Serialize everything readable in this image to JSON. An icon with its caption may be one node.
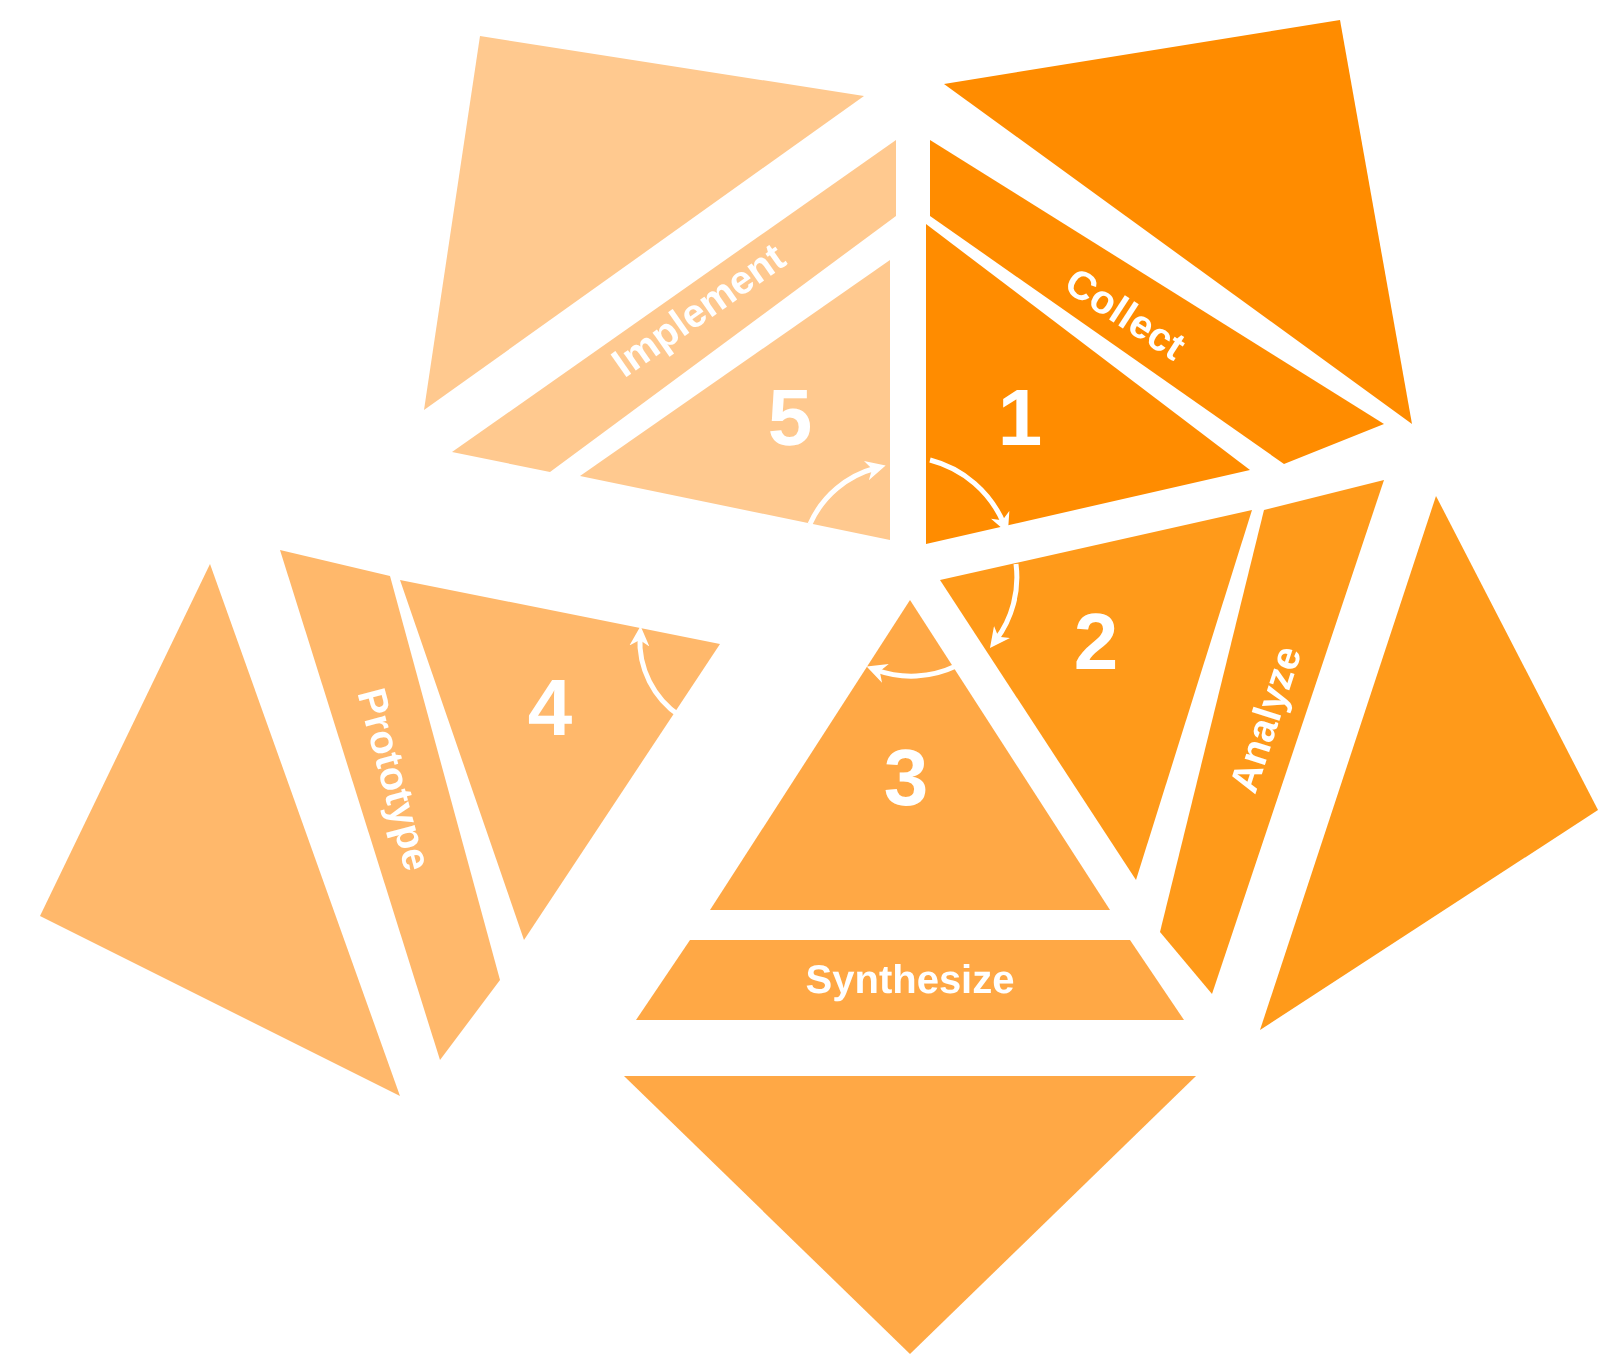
{
  "diagram": {
    "nodes": [
      {
        "text": [
          "1"
        ]
      },
      {
        "text": [
          "Collect"
        ]
      },
      {
        "text": [],
        "shape": "triangle"
      },
      {
        "text": [
          "2"
        ]
      },
      {
        "text": [
          "Analyze"
        ]
      },
      {
        "text": [],
        "shape": "triangle"
      },
      {
        "text": [
          "3"
        ]
      },
      {
        "text": [
          "Synthesize"
        ]
      },
      {
        "text": [],
        "shape": "triangle"
      },
      {
        "text": [
          "4"
        ]
      },
      {
        "text": [
          "Prototype"
        ]
      },
      {
        "text": [],
        "shape": "triangle"
      },
      {
        "text": [
          "5"
        ]
      },
      {
        "text": [
          "Implement"
        ]
      },
      {
        "text": [],
        "shape": "triangle"
      }
    ]
  }
}
